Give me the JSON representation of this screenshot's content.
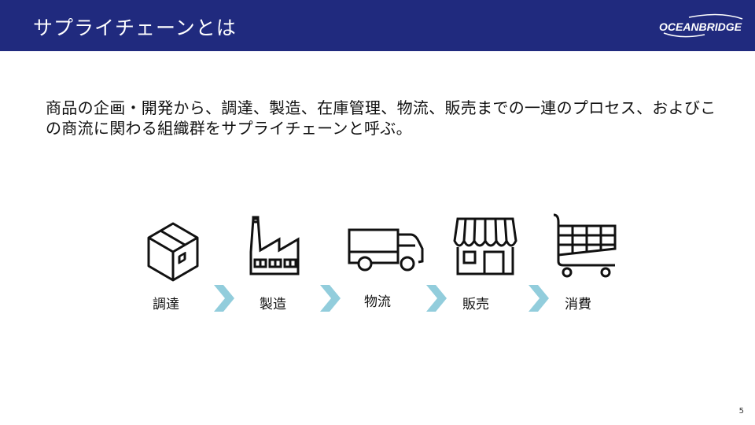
{
  "header": {
    "title": "サプライチェーンとは",
    "logo_text": "OCEANBRIDGE"
  },
  "body": {
    "description": "商品の企画・開発から、調達、製造、在庫管理、物流、販売までの一連のプロセス、およびこの商流に関わる組織群をサプライチェーンと呼ぶ。"
  },
  "flow": {
    "steps": [
      {
        "label": "調達",
        "icon": "box-icon"
      },
      {
        "label": "製造",
        "icon": "factory-icon"
      },
      {
        "label": "物流",
        "icon": "truck-icon"
      },
      {
        "label": "販売",
        "icon": "store-icon"
      },
      {
        "label": "消費",
        "icon": "cart-icon"
      }
    ],
    "chevron_color": "#92cddc"
  },
  "footer": {
    "page_number": "5"
  },
  "colors": {
    "header_bg": "#202a7e"
  }
}
